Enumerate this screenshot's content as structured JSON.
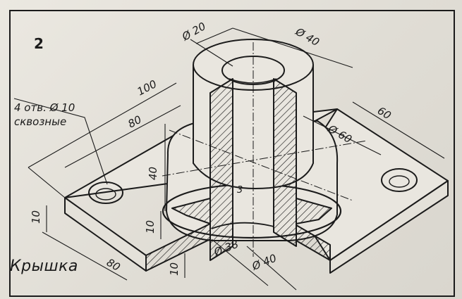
{
  "figure_number": "2",
  "note_line1": "4 отв. Ø 10",
  "note_line2": "сквозные",
  "part_name": "Крышка",
  "dimensions": {
    "d20": "Ø 20",
    "d40_top": "Ø 40",
    "d60": "Ø 60",
    "len100": "100",
    "len80_top": "80",
    "len60": "60",
    "h40": "40",
    "h10_left": "10",
    "h10_mid": "10",
    "h10_bottom": "10",
    "depth3": "3",
    "len80_bottom": "80",
    "d38": "Ø 38",
    "d40_bottom": "Ø 40"
  },
  "colors": {
    "ink": "#1b1b1b",
    "paper": "#e6e3dc"
  }
}
